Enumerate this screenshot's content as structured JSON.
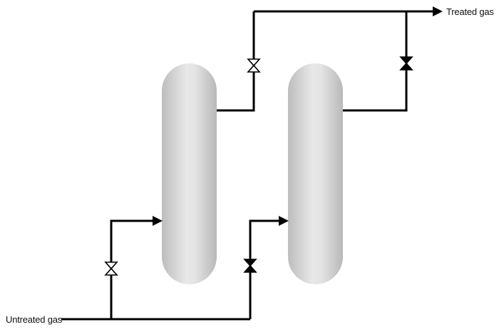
{
  "labels": {
    "inlet": "Untreated gas",
    "outlet": "Treated gas"
  },
  "vessels": [
    {
      "id": "column-1"
    },
    {
      "id": "column-2"
    }
  ],
  "valves": {
    "column_1_inlet": "open",
    "column_1_outlet": "open",
    "column_2_inlet": "closed",
    "column_2_outlet": "closed"
  },
  "colors": {
    "pipe": "#000000",
    "vessel_light": "#ececec",
    "vessel_dark": "#b9b9b9",
    "valve_open_fill": "#ffffff",
    "valve_closed_fill": "#000000"
  }
}
